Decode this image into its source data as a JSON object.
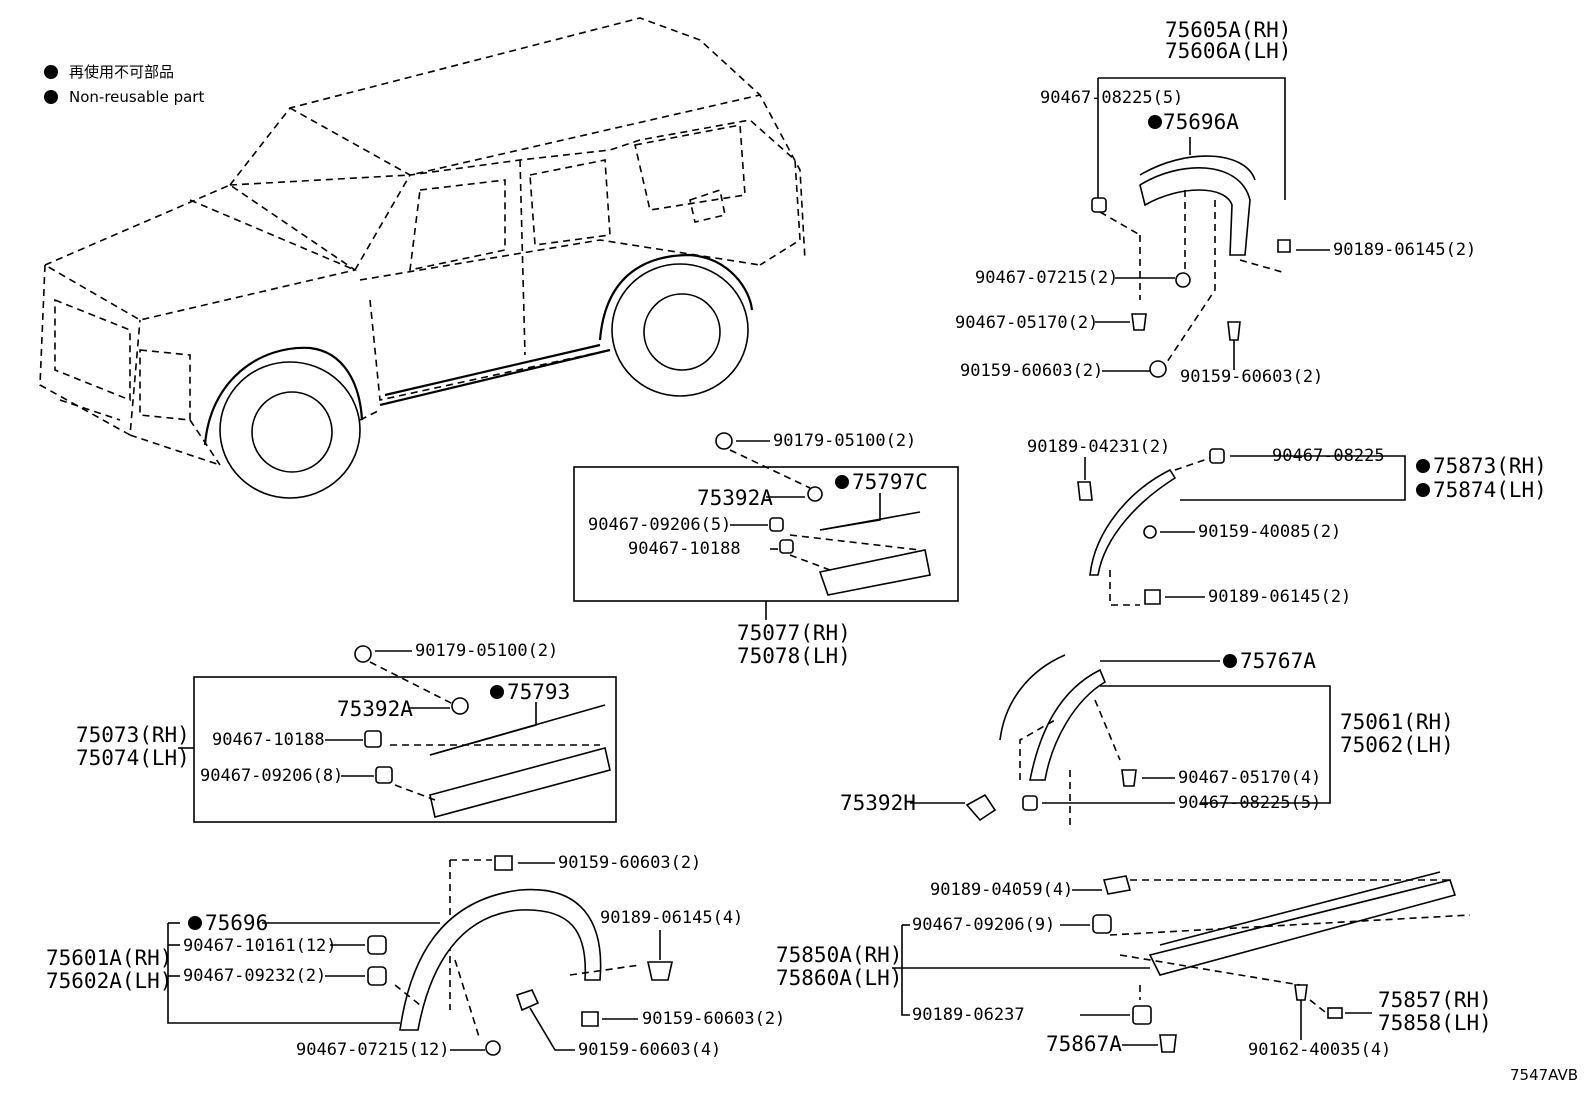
{
  "legend": {
    "line1": "再使用不可部品",
    "line2": "Non-reusable part"
  },
  "diagram_id": "7547AVB",
  "groups": {
    "rear_flare": {
      "part_rh": "75605A(RH)",
      "part_lh": "75606A(LH)",
      "non_reusable": "75696A",
      "fasteners": [
        "90467-08225(5)",
        "90189-06145(2)",
        "90467-07215(2)",
        "90467-05170(2)",
        "90159-60603(2)",
        "90159-60603(2)"
      ]
    },
    "door_moulding_rear": {
      "top_fastener": "90179-05100(2)",
      "clip": "75392A",
      "non_reusable": "75797C",
      "fasteners": [
        "90467-09206(5)",
        "90467-10188"
      ],
      "part_rh": "75077(RH)",
      "part_lh": "75078(LH)"
    },
    "quarter_moulding": {
      "top_fastener": "90189-04231(2)",
      "clip": "90467-08225",
      "non_reusable_rh": "75873(RH)",
      "non_reusable_lh": "75874(LH)",
      "fasteners": [
        "90159-40085(2)",
        "90189-06145(2)"
      ]
    },
    "door_moulding_front": {
      "top_fastener": "90179-05100(2)",
      "clip": "75392A",
      "non_reusable": "75793",
      "fasteners": [
        "90467-10188",
        "90467-09206(8)"
      ],
      "part_rh": "75073(RH)",
      "part_lh": "75074(LH)"
    },
    "front_door_flare": {
      "non_reusable": "75767A",
      "part_rh": "75061(RH)",
      "part_lh": "75062(LH)",
      "clip": "75392H",
      "fasteners": [
        "90467-05170(4)",
        "90467-08225(5)"
      ]
    },
    "front_flare": {
      "top_fastener": "90159-60603(2)",
      "non_reusable": "75696",
      "part_rh": "75601A(RH)",
      "part_lh": "75602A(LH)",
      "fasteners": [
        "90467-10161(12)",
        "90467-09232(2)",
        "90189-06145(4)",
        "90159-60603(2)",
        "90467-07215(12)",
        "90159-60603(4)"
      ]
    },
    "rocker_panel": {
      "fasteners_top": [
        "90189-04059(4)",
        "90467-09206(9)"
      ],
      "part_rh": "75850A(RH)",
      "part_lh": "75860A(LH)",
      "fastener_bottom": "90189-06237",
      "bracket": "75867A",
      "screw": "90162-40035(4)",
      "end_rh": "75857(RH)",
      "end_lh": "75858(LH)"
    }
  }
}
